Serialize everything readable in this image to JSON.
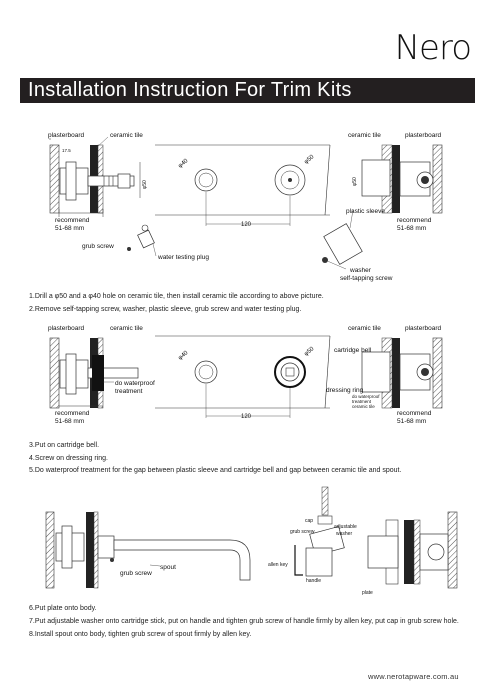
{
  "brand": {
    "logo": "Nero",
    "website": "www.nerotapware.com.au"
  },
  "title": "Installation Instruction For Trim Kits",
  "diagram1": {
    "plasterboard": "plasterboard",
    "ceramic_tile": "ceramic tile",
    "recommend": "recommend",
    "depth": "51-68 mm",
    "dim_17": "17.5",
    "dim_50": "φ50",
    "dim_40": "φ40",
    "dim_120": "120",
    "grub_screw": "grub screw",
    "water_testing_plug": "water testing plug",
    "plastic_sleeve": "plastic sleeve",
    "washer": "washer",
    "self_tapping_screw": "self-tapping screw"
  },
  "diagram2": {
    "plasterboard": "plasterboard",
    "ceramic_tile": "ceramic tile",
    "recommend": "recommend",
    "depth": "51-68 mm",
    "dim_50": "φ50",
    "dim_40": "φ40",
    "dim_120": "120",
    "do_waterproof": "do waterproof",
    "treatment": "treatment",
    "cartridge_bell": "cartridge bell",
    "dressing_ring": "dressing ring",
    "do_waterproof_small": "do waterproof",
    "treatment_small": "treatment",
    "ceramic_tile_small": "ceramic tile"
  },
  "diagram3": {
    "grub_screw": "grub screw",
    "spout": "spout",
    "cap": "cap",
    "adjustable": "adjustable",
    "washer": "washer",
    "grub_screw_small": "grub screw",
    "allen_key": "allen key",
    "handle": "handle",
    "plate": "plate"
  },
  "steps": [
    "1.Drill a φ50 and a φ40 hole on ceramic tile, then install ceramic tile according to above picture.",
    "2.Remove self-tapping screw, washer, plastic sleeve, grub screw and water testing plug.",
    "3.Put on cartridge bell.",
    "4.Screw on dressing ring.",
    "5.Do waterproof treatment for the gap between plastic sleeve and cartridge bell and gap between ceramic tile and spout.",
    "6.Put plate onto body.",
    "7.Put adjustable washer onto cartridge stick, put on handle and tighten grub screw of handle firmly by allen key, put cap in grub screw hole.",
    "8.Install spout onto body, tighten grub screw of spout firmly by allen key."
  ]
}
